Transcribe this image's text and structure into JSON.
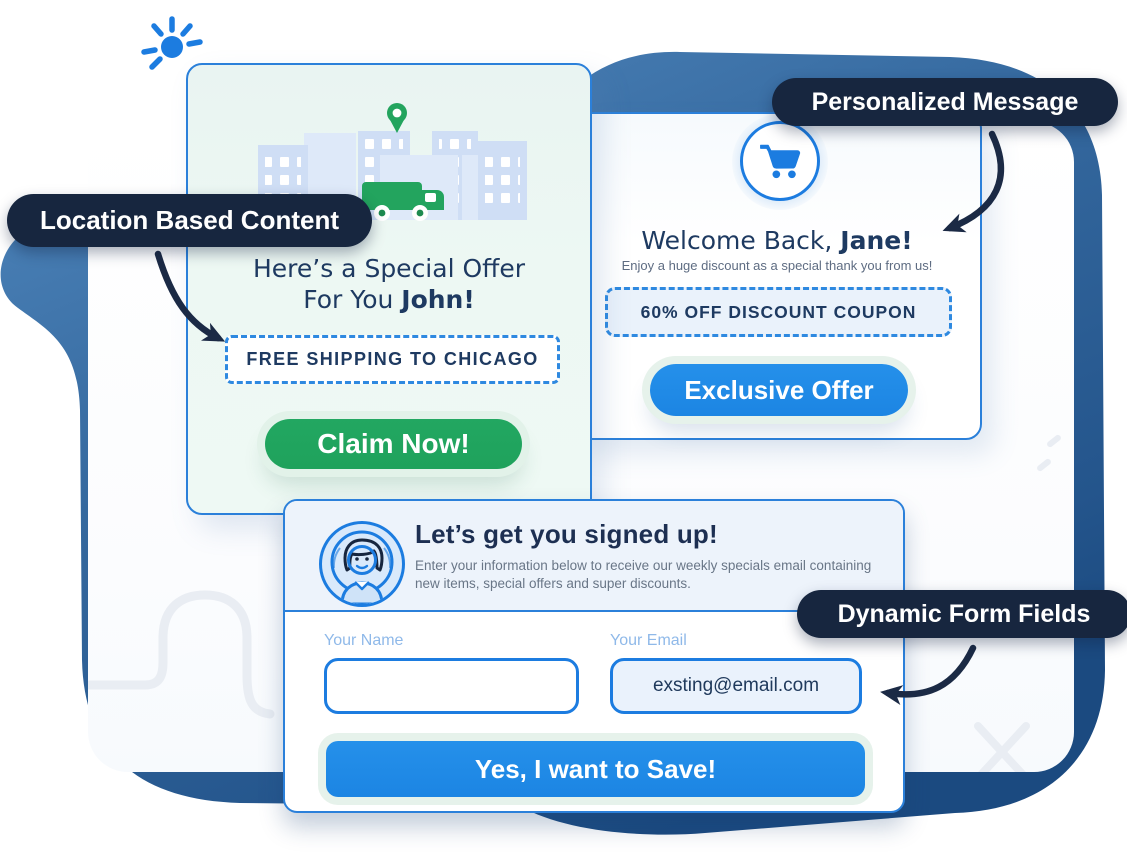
{
  "annotations": {
    "location": {
      "label": "Location Based Content"
    },
    "personalized": {
      "label": "Personalized Message"
    },
    "dynamic": {
      "label": "Dynamic Form Fields"
    }
  },
  "location_card": {
    "heading_line1": "Here’s a Special Offer",
    "heading_line2": "For You ",
    "heading_name": "John!",
    "coupon_label": "FREE SHIPPING TO CHICAGO",
    "button_label": "Claim Now!"
  },
  "welcome_card": {
    "heading": "Welcome Back, ",
    "heading_name": "Jane!",
    "subtext": "Enjoy a huge discount as a special thank you from us!",
    "coupon_label": "60% OFF DISCOUNT COUPON",
    "button_label": "Exclusive Offer"
  },
  "signup_card": {
    "title": "Let’s get you signed up!",
    "description": "Enter your information below to receive our weekly specials email containing new items, special offers and super discounts.",
    "name_field": {
      "label": "Your Name",
      "value": ""
    },
    "email_field": {
      "label": "Your Email",
      "value": "exsting@email.com"
    },
    "button_label": "Yes, I want to Save!"
  },
  "colors": {
    "navy_pill": "#17263F",
    "heading_navy": "#1E3A61",
    "card_border_blue": "#2B80DA",
    "accent_blue": "#1C85E3",
    "accent_green": "#1FA25C",
    "field_label_blue": "#8FB9E9"
  }
}
